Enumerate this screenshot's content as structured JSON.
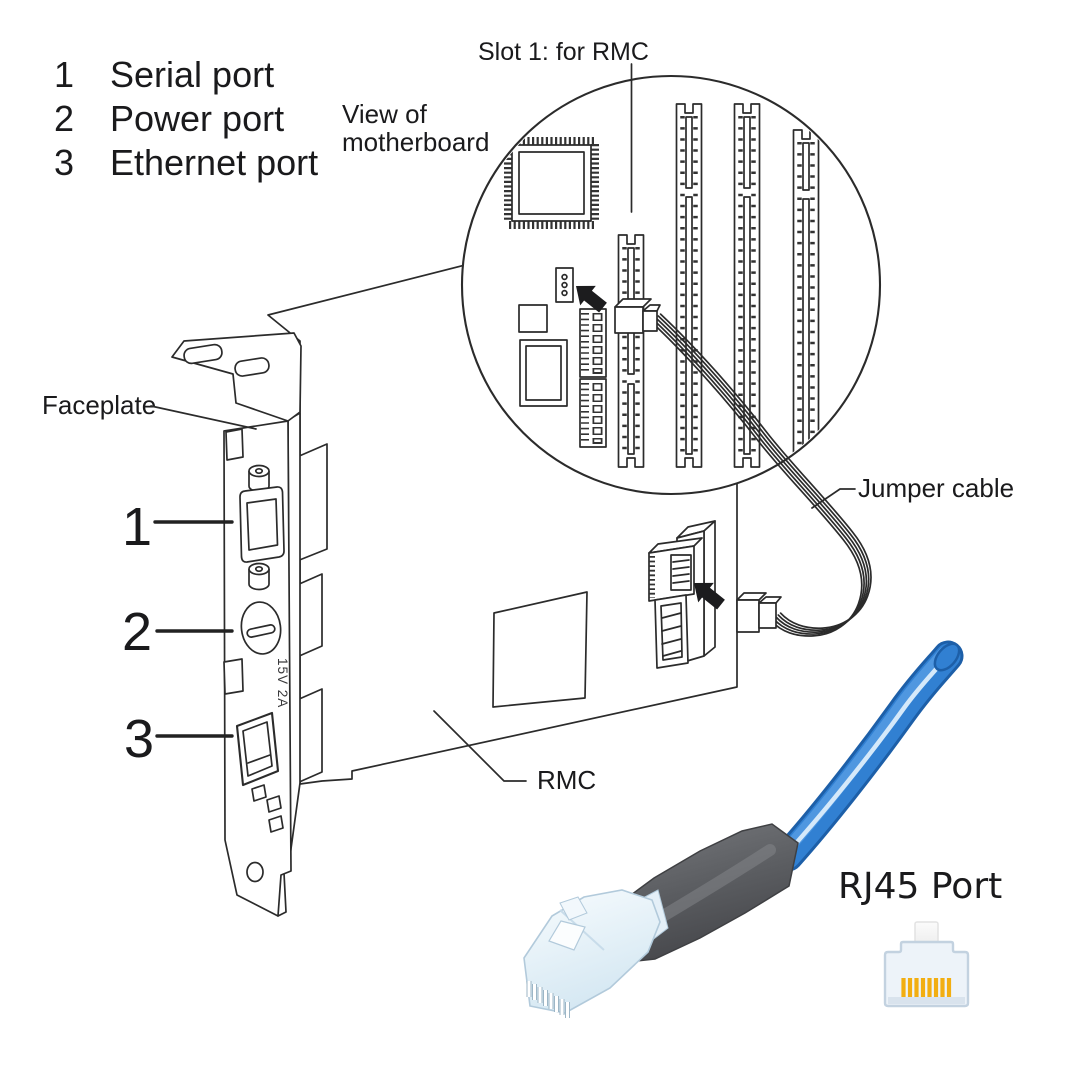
{
  "legend": {
    "items": [
      {
        "num": "1",
        "label": "Serial port"
      },
      {
        "num": "2",
        "label": "Power port"
      },
      {
        "num": "3",
        "label": "Ethernet port"
      }
    ]
  },
  "callouts": {
    "serial": "1",
    "power": "2",
    "ethernet": "3"
  },
  "labels": {
    "slot": "Slot 1: for RMC",
    "view_line1": "View of",
    "view_line2": "motherboard",
    "faceplate": "Faceplate",
    "jumper_cable": "Jumper cable",
    "rmc": "RMC",
    "rj45_port": "RJ45 Port",
    "power_rating": "15V 2A"
  },
  "icons": {
    "rj45_port_icon": "rj45-jack-front-view",
    "arrow_icon": "black-insert-arrow",
    "plug_icon": "rj45-plug-with-blue-cable"
  },
  "colors": {
    "line": "#2b2b2b",
    "text": "#1a1a1c",
    "cable_blue": "#3180d2",
    "cable_blue_dark": "#1d5fa8",
    "cable_blue_light": "#4f97e0",
    "cable_highlight": "#dcedfb",
    "boot_gray_dark": "#3f4043",
    "port_icon_body": "#edf3f9",
    "port_icon_border": "#c3d2e0",
    "port_icon_pins": "#f2ae11"
  }
}
